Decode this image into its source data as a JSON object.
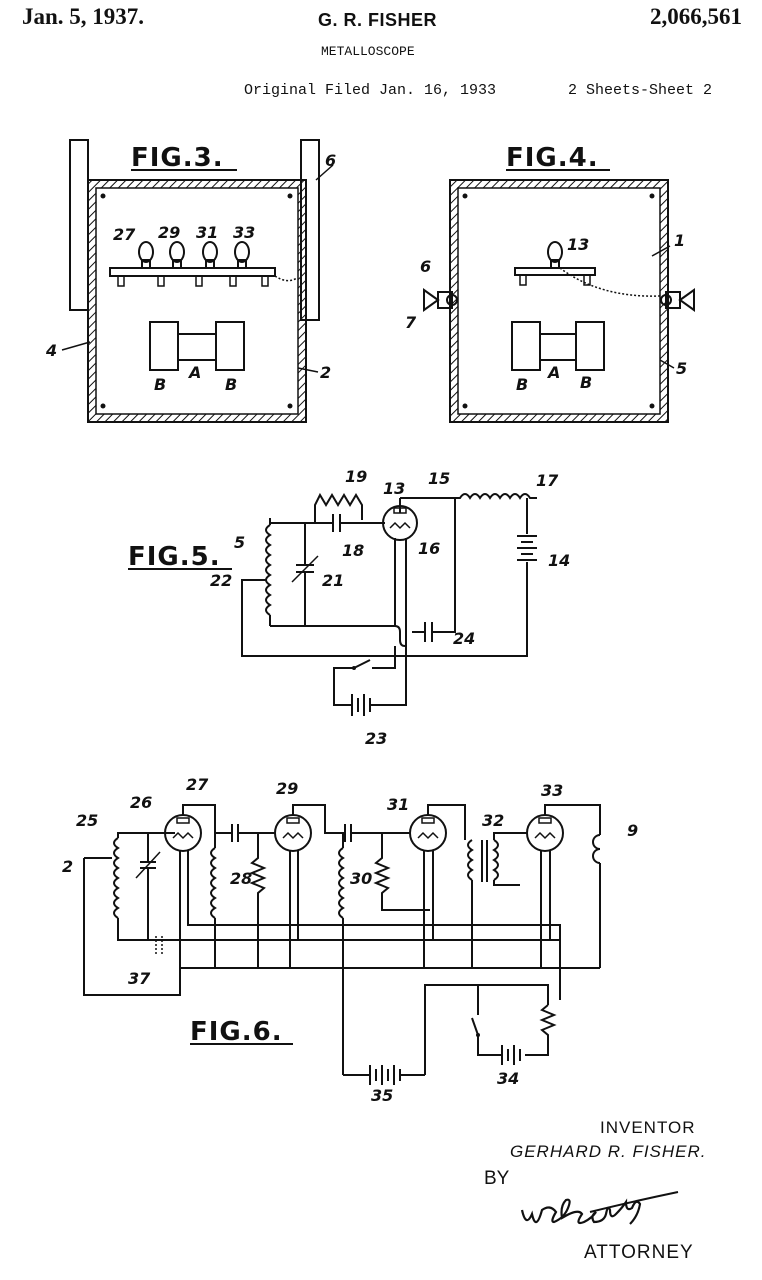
{
  "header": {
    "date": "Jan. 5, 1937.",
    "inventor": "G. R. FISHER",
    "patent_number": "2,066,561",
    "title": "METALLOSCOPE",
    "filed": "Original Filed Jan. 16, 1933",
    "sheets": "2 Sheets-Sheet 2"
  },
  "figures": {
    "fig3": {
      "caption": "FIG.3.",
      "labels": [
        "6",
        "27",
        "29",
        "31",
        "33",
        "4",
        "A",
        "B",
        "B",
        "2"
      ]
    },
    "fig4": {
      "caption": "FIG.4.",
      "labels": [
        "13",
        "1",
        "6",
        "7",
        "A",
        "B",
        "B",
        "5"
      ]
    },
    "fig5": {
      "caption": "FIG.5.",
      "labels": [
        "19",
        "13",
        "15",
        "17",
        "5",
        "18",
        "16",
        "14",
        "22",
        "21",
        "24",
        "23"
      ]
    },
    "fig6": {
      "caption": "FIG.6.",
      "labels": [
        "27",
        "29",
        "31",
        "33",
        "26",
        "32",
        "9",
        "25",
        "2",
        "28",
        "30",
        "37",
        "34",
        "35"
      ]
    }
  },
  "signature": {
    "inventor_label": "INVENTOR",
    "inventor_name": "GERHARD R. FISHER.",
    "by": "BY",
    "attorney_signature": "W. E. Beatty",
    "attorney_label": "ATTORNEY"
  }
}
